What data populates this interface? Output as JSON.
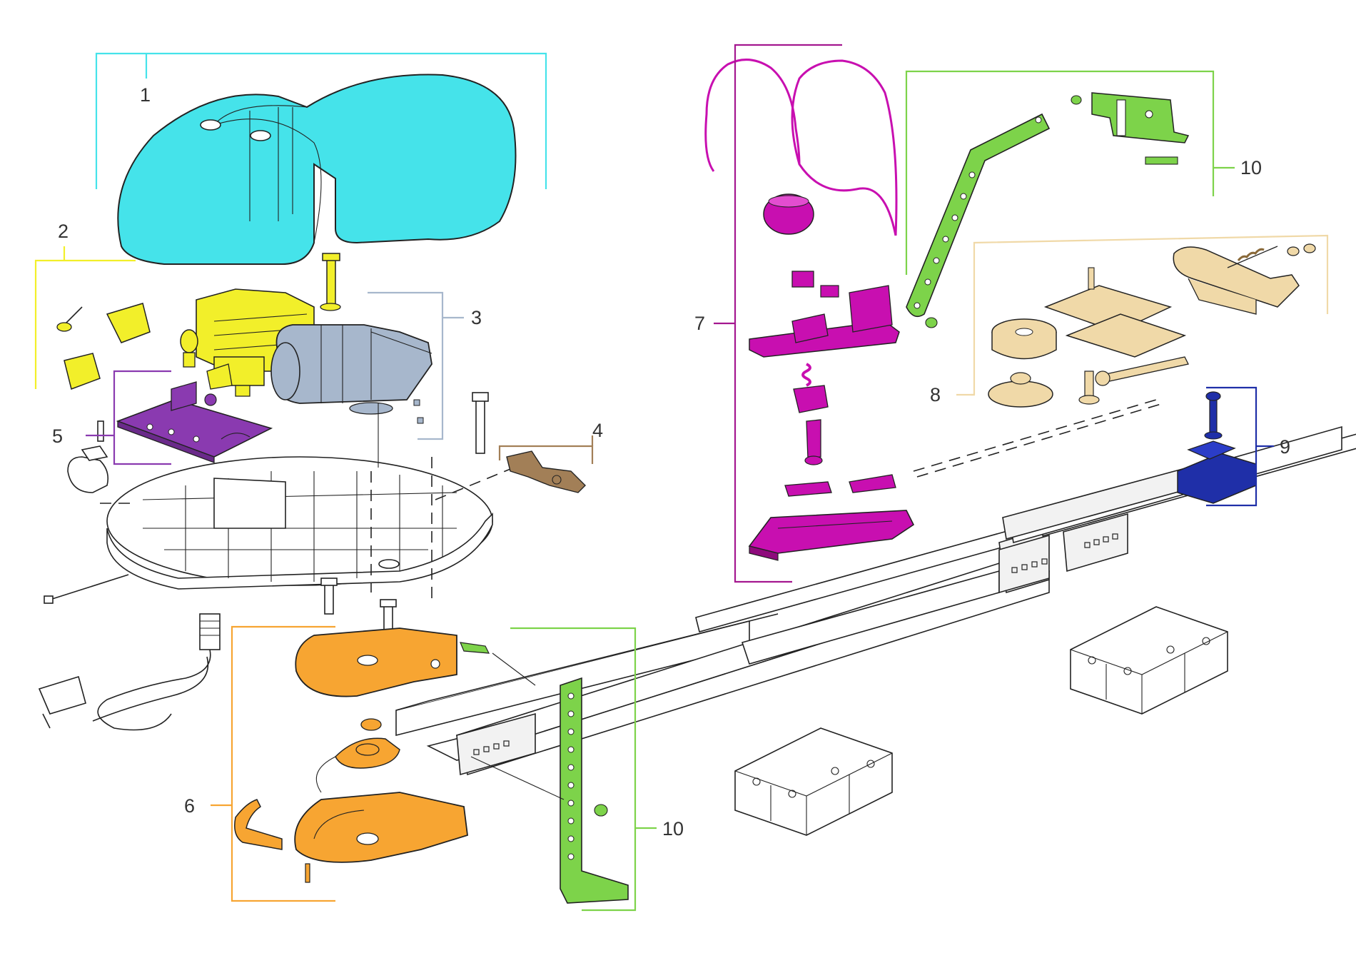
{
  "colors": {
    "cover": "#45e3ea",
    "electrical": "#f2ef2a",
    "motor": "#a7b7cc",
    "pcb": "#8a3ab0",
    "bracket_brown": "#a27f57",
    "gearbox": "#f7a532",
    "trolley": "#c80fb0",
    "tension": "#f0d9a8",
    "pad": "#1f2fa8",
    "bracket_green": "#7dd34a"
  },
  "callouts": [
    {
      "num": "1",
      "part": "cover"
    },
    {
      "num": "2",
      "part": "electrical"
    },
    {
      "num": "3",
      "part": "motor"
    },
    {
      "num": "4",
      "part": "bracket_brown"
    },
    {
      "num": "5",
      "part": "pcb"
    },
    {
      "num": "6",
      "part": "gearbox"
    },
    {
      "num": "7",
      "part": "trolley"
    },
    {
      "num": "8",
      "part": "tension"
    },
    {
      "num": "9",
      "part": "pad"
    },
    {
      "num": "10",
      "part": "bracket_green"
    },
    {
      "num": "10",
      "part": "bracket_green"
    }
  ]
}
